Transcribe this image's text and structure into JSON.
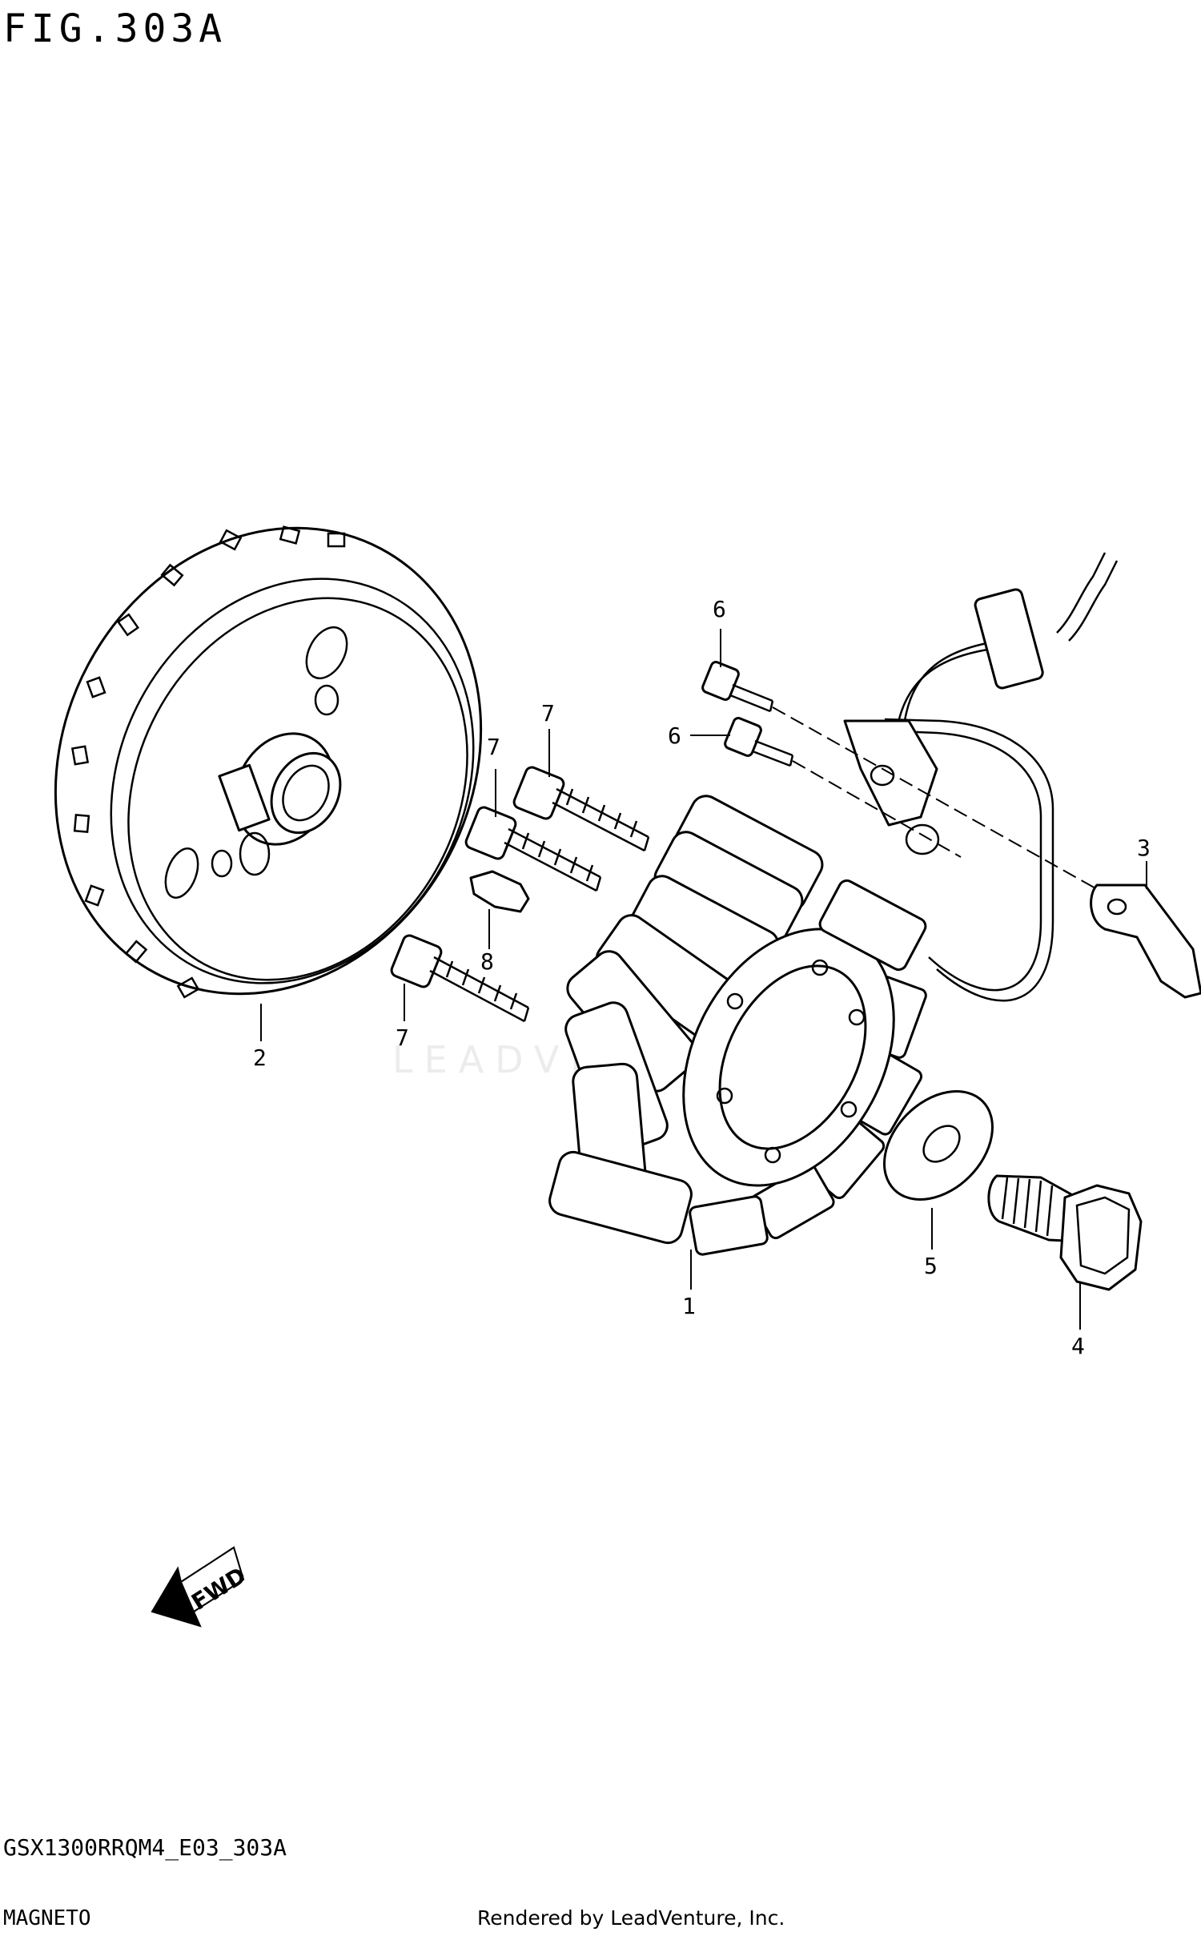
{
  "header": {
    "figure_title": "FIG.303A"
  },
  "footer": {
    "model_code": "GSX1300RRQM4_E03_303A",
    "section_name": "MAGNETO",
    "credit": "Rendered by LeadVenture, Inc."
  },
  "watermark": "LEADVENTURE",
  "fwd_label": "FWD",
  "callouts": {
    "stator": "1",
    "rotor": "2",
    "clamp": "3",
    "rotor_bolt": "4",
    "washer": "5",
    "clamp_screw_upper": "6",
    "clamp_screw_lower": "6",
    "stator_bolt_top": "7",
    "stator_bolt_mid": "7",
    "stator_bolt_low": "7",
    "key": "8"
  }
}
